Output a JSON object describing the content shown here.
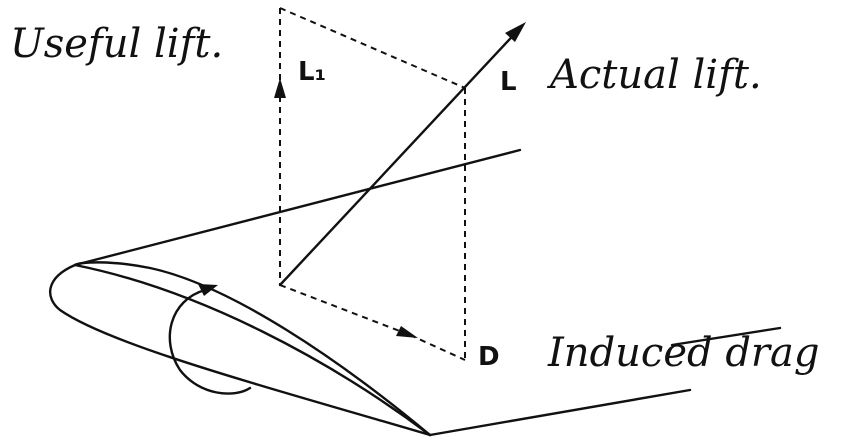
{
  "labels": {
    "useful_lift": "Useful lift.",
    "actual_lift": "Actual lift.",
    "induced_drag": "Induced drag",
    "vector_L1": "L₁",
    "vector_L": "L",
    "vector_D": "D"
  }
}
